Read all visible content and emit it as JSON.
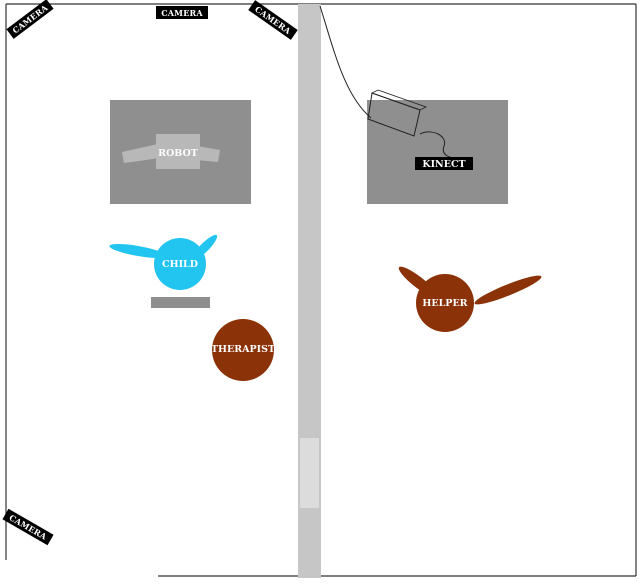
{
  "labels": {
    "camera_top_left": "CAMERA",
    "camera_top_center": "CAMERA",
    "camera_top_right": "CAMERA",
    "camera_bottom_left": "CAMERA",
    "robot": "ROBOT",
    "kinect": "KINECT",
    "child": "CHILD",
    "therapist": "THERAPIST",
    "helper": "HELPER"
  },
  "colors": {
    "child": "#22c4f0",
    "adult": "#8b3208",
    "table": "#8f8f8f",
    "robot": "#b8b8b8",
    "partition": "#c6c6c6",
    "label_bg": "#000000"
  }
}
